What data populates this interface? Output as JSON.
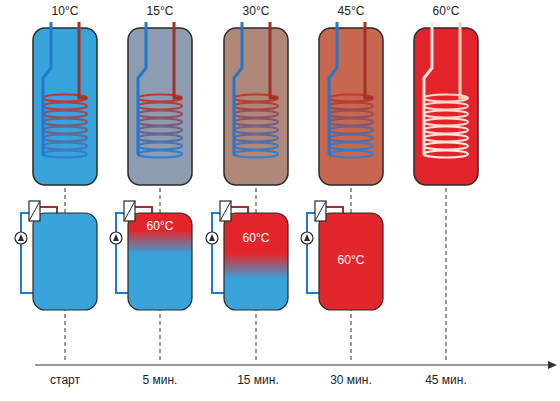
{
  "diagram": {
    "nodes": [
      {
        "text": [
          "10°C"
        ]
      },
      {
        "text": [
          "15°C"
        ]
      },
      {
        "text": [
          "30°C"
        ]
      },
      {
        "text": [
          "45°C"
        ]
      },
      {
        "text": [
          "60°C"
        ]
      },
      {
        "text": [
          "60°C"
        ]
      },
      {
        "text": [
          "60°C"
        ]
      },
      {
        "text": [
          "60°C"
        ]
      }
    ],
    "labels": [
      "старт",
      "5 мин.",
      "15 мин.",
      "30 мин.",
      "45 мин."
    ]
  }
}
